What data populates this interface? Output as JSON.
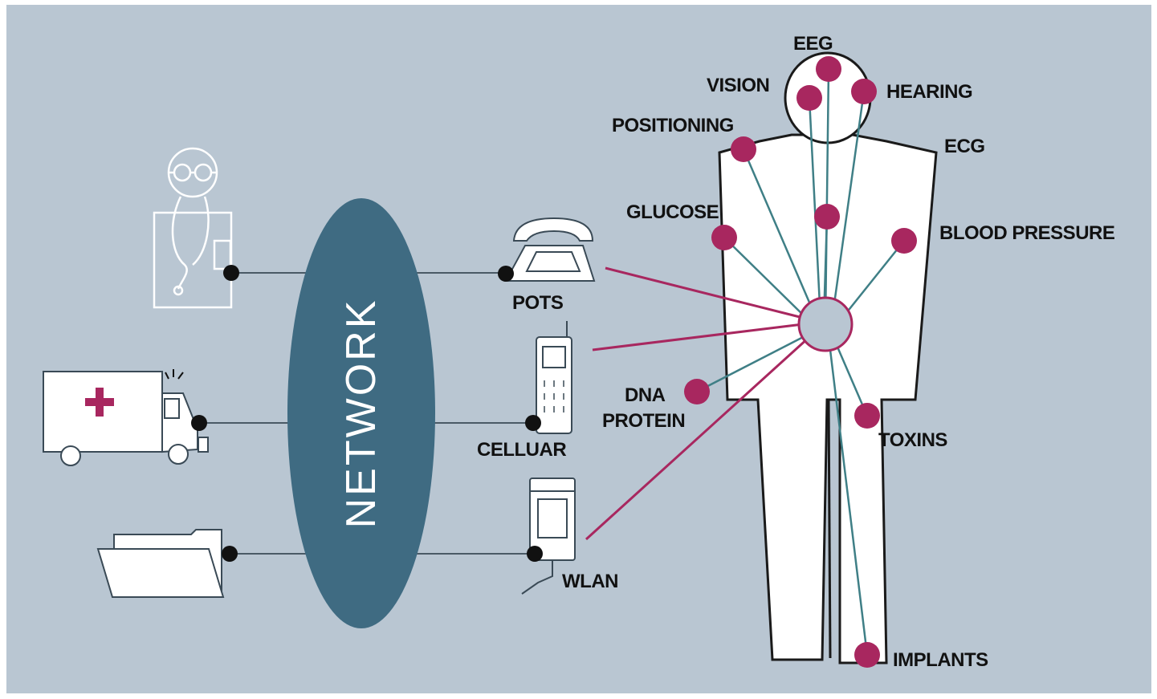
{
  "colors": {
    "background": "#b9c6d2",
    "network_ellipse": "#3f6b82",
    "sensor": "#a8275f",
    "link_red": "#a8275f",
    "link_teal": "#3f7f86",
    "line_gray": "#4a5a66",
    "body_fill": "#ffffff",
    "outline": "#1a1a1a"
  },
  "network": {
    "label": "NETWORK"
  },
  "left_devices": [
    {
      "name": "doctor",
      "icon": "doctor-icon"
    },
    {
      "name": "ambulance",
      "icon": "ambulance-icon"
    },
    {
      "name": "records",
      "icon": "folder-icon"
    }
  ],
  "access_devices": [
    {
      "label": "POTS",
      "icon": "telephone-icon"
    },
    {
      "label": "CELLUAR",
      "icon": "cellphone-icon"
    },
    {
      "label": "WLAN",
      "icon": "wlan-device-icon"
    }
  ],
  "sensors": [
    {
      "label": "EEG"
    },
    {
      "label": "VISION"
    },
    {
      "label": "HEARING"
    },
    {
      "label": "POSITIONING"
    },
    {
      "label": "ECG"
    },
    {
      "label": "GLUCOSE"
    },
    {
      "label": "BLOOD PRESSURE"
    },
    {
      "label": "DNA"
    },
    {
      "label": "PROTEIN"
    },
    {
      "label": "TOXINS"
    },
    {
      "label": "IMPLANTS"
    }
  ]
}
